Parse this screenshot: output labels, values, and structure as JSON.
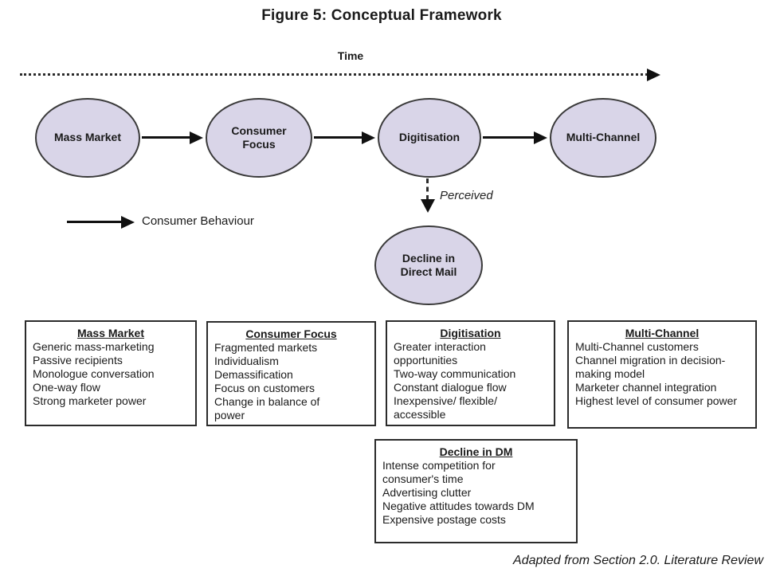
{
  "figure": {
    "title": "Figure 5: Conceptual Framework",
    "caption": "Adapted from Section 2.0. Literature Review"
  },
  "timeline": {
    "label": "Time"
  },
  "legend": {
    "label": "Consumer Behaviour"
  },
  "flow_nodes": [
    {
      "label": "Mass Market"
    },
    {
      "label": "Consumer\nFocus"
    },
    {
      "label": "Digitisation"
    },
    {
      "label": "Multi-Channel"
    }
  ],
  "perceived": {
    "label": "Perceived"
  },
  "decline_node": {
    "label": "Decline in\nDirect Mail"
  },
  "detail_boxes": [
    {
      "title": "Mass Market",
      "items": [
        "Generic mass-marketing",
        "Passive recipients",
        "Monologue conversation",
        "One-way flow",
        "Strong marketer power"
      ]
    },
    {
      "title": "Consumer Focus",
      "items": [
        "Fragmented markets",
        "Individualism",
        "Demassification",
        "Focus on customers",
        "Change in balance of power"
      ]
    },
    {
      "title": "Digitisation",
      "items": [
        "Greater interaction opportunities",
        "Two-way communication",
        "Constant dialogue flow",
        "Inexpensive/ flexible/ accessible"
      ]
    },
    {
      "title": "Multi-Channel",
      "items": [
        "Multi-Channel customers",
        "Channel migration in decision-making model",
        "Marketer channel integration",
        "Highest level of consumer power"
      ]
    }
  ],
  "decline_box": {
    "title": "Decline in DM",
    "items": [
      "Intense competition for consumer's time",
      "Advertising clutter",
      "Negative attitudes towards DM",
      "Expensive postage costs"
    ]
  },
  "colors": {
    "node_fill": "#d9d5e8",
    "node_border": "#3a3a3a",
    "line": "#111111"
  }
}
